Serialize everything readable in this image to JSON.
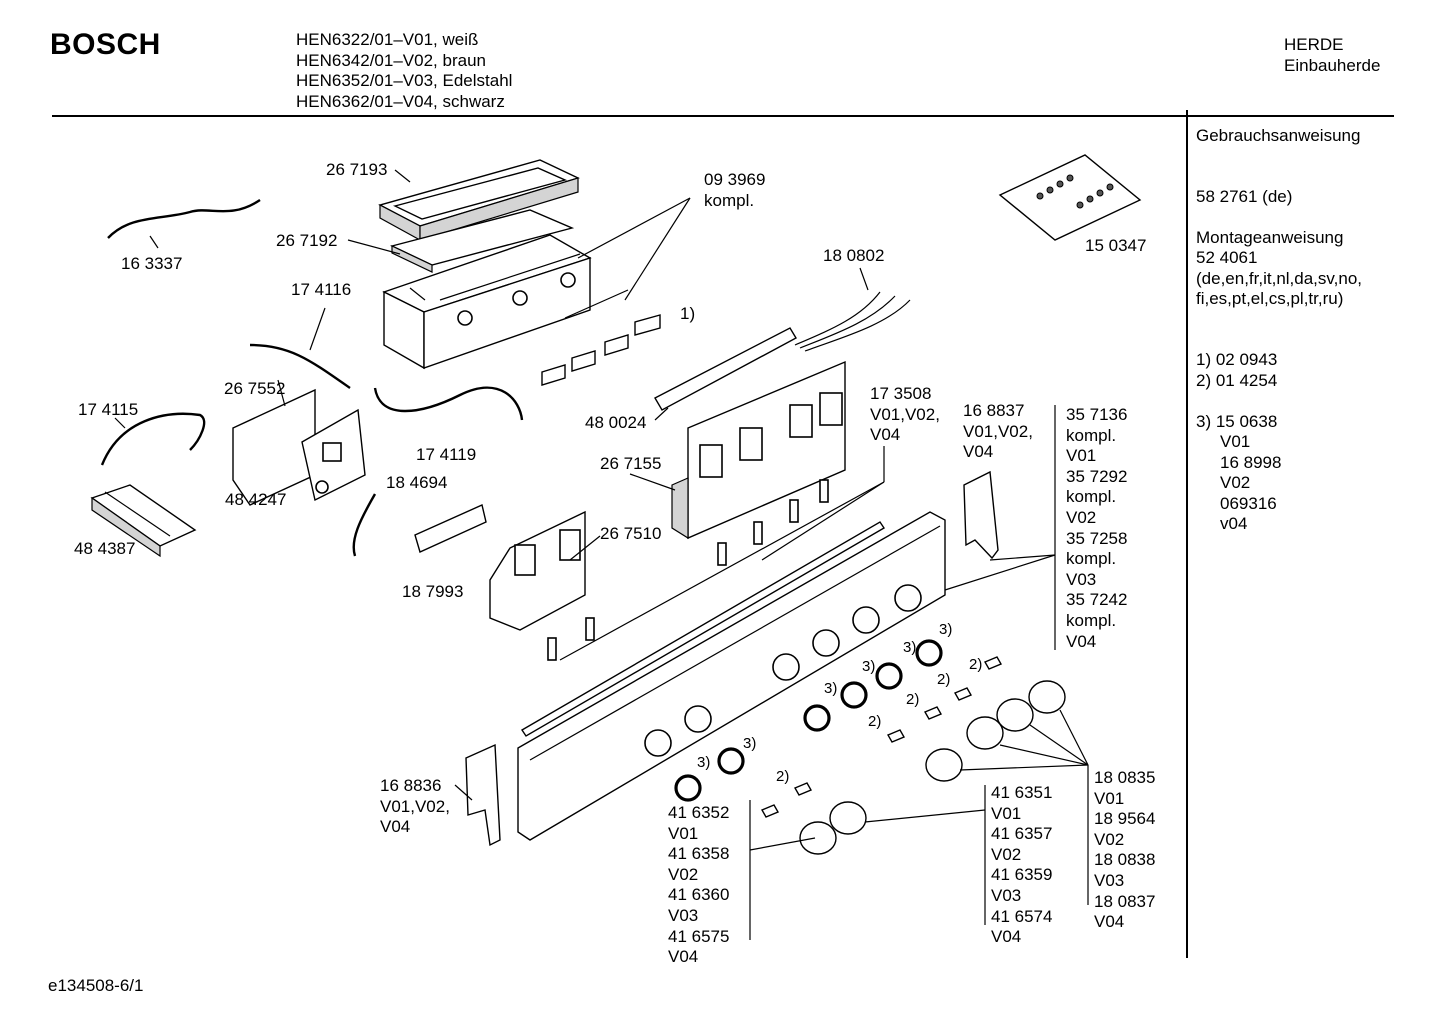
{
  "header": {
    "brand": "BOSCH",
    "models": [
      "HEN6322/01–V01, weiß",
      "HEN6342/01–V02, braun",
      "HEN6352/01–V03, Edelstahl",
      "HEN6362/01–V04, schwarz"
    ],
    "category": [
      "HERDE",
      "Einbauherde"
    ]
  },
  "sidebar": {
    "items": [
      "Gebrauchsanweisung",
      "58 2761 (de)",
      "Montageanweisung",
      "52 4061",
      "(de,en,fr,it,nl,da,sv,no,",
      "fi,es,pt,el,cs,pl,tr,ru)",
      "1)  02 0943",
      "2)  01 4254",
      "3)  15 0638",
      "V01",
      "16 8998",
      "V02",
      "069316",
      "v04"
    ]
  },
  "labels": {
    "p267193": "26 7193",
    "p267192": "26 7192",
    "p093969": [
      "09 3969",
      "kompl."
    ],
    "p163337": "16 3337",
    "p150347": "15 0347",
    "p180802": "18 0802",
    "p174116": "17 4116",
    "p267552": "26 7552",
    "p174115": "17 4115",
    "p174119": "17 4119",
    "p484247": "48 4247",
    "p184694": "18 4694",
    "p484387": "48 4387",
    "p187993": "18 7993",
    "p480024": "48 0024",
    "p267155": "26 7155",
    "p267510": "26 7510",
    "p173508": [
      "17 3508",
      "V01,V02,",
      "V04"
    ],
    "p168837": [
      "16 8837",
      "V01,V02,",
      "V04"
    ],
    "p357136": [
      "35 7136",
      "kompl.",
      "V01",
      "35 7292",
      "kompl.",
      "V02",
      "35 7258",
      "kompl.",
      "V03",
      "35 7242",
      "kompl.",
      "V04"
    ],
    "p168836": [
      "16 8836",
      "V01,V02,",
      "V04"
    ],
    "p416352": [
      "41 6352",
      "V01",
      "41 6358",
      "V02",
      "41 6360",
      "V03",
      "41 6575",
      "V04"
    ],
    "p416351": [
      "41 6351",
      "V01",
      "41 6357",
      "V02",
      "41 6359",
      "V03",
      "41 6574",
      "V04"
    ],
    "p180835": [
      "18 0835",
      "V01",
      "18 9564",
      "V02",
      "18 0838",
      "V03",
      "18 0837",
      "V04"
    ],
    "note1": "1)",
    "note2": "2)",
    "note3": "3)"
  },
  "footer": {
    "doc_id": "e134508-6/1"
  }
}
